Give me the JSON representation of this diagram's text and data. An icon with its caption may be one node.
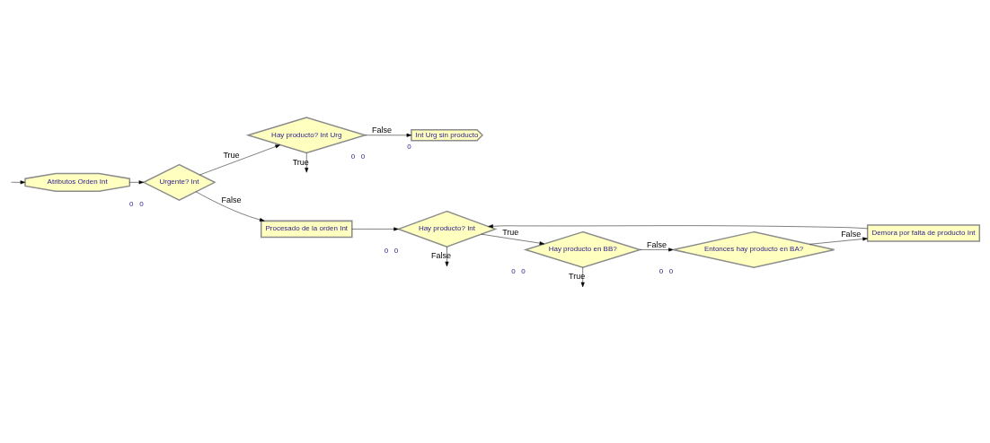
{
  "diagram": {
    "nodes": [
      {
        "text": [
          "Atributos Orden Int"
        ]
      },
      {
        "text": [
          "Urgente? Int"
        ],
        "beside": [
          "0",
          "0"
        ]
      },
      {
        "text": [
          "Hay producto? Int Urg"
        ],
        "beside": [
          "0",
          "0"
        ]
      },
      {
        "text": [
          "Hay producto en BB?"
        ],
        "beside": [
          "0",
          "0"
        ]
      },
      {
        "text": [
          "Int Urg sin producto"
        ],
        "beside": [
          "0"
        ]
      },
      {
        "text": [
          "Procesado de la orden Int"
        ]
      },
      {
        "text": [
          "Demora por falta de producto Int"
        ]
      },
      {
        "text": [
          "Hay producto? Int"
        ],
        "beside": [
          "0",
          "0"
        ]
      },
      {
        "text": [
          "Entonces hay producto en BA?"
        ],
        "beside": [
          "0",
          "0"
        ]
      }
    ],
    "edges": [
      {
        "from": null,
        "to": 0,
        "arrow": "to"
      },
      {
        "from": 0,
        "to": 1,
        "arrow": "to"
      },
      {
        "from": 1,
        "to": 2,
        "arrow": "to",
        "label": "True"
      },
      {
        "from": 1,
        "to": 5,
        "arrow": "to",
        "label": "False"
      },
      {
        "from": 2,
        "to": null,
        "arrow": "to",
        "label": "True"
      },
      {
        "from": 2,
        "to": 4,
        "arrow": "to",
        "label": "False"
      },
      {
        "from": 3,
        "to": null,
        "arrow": "to",
        "label": "True"
      },
      {
        "from": 3,
        "to": 8,
        "arrow": "to",
        "label": "False"
      },
      {
        "from": 5,
        "to": 7,
        "arrow": "to"
      },
      {
        "from": 6,
        "to": 7,
        "arrow": "to"
      },
      {
        "from": 7,
        "to": 3,
        "arrow": "to",
        "label": "True"
      },
      {
        "from": 7,
        "to": null,
        "arrow": "to",
        "label": "False"
      },
      {
        "from": 8,
        "to": 6,
        "arrow": "to",
        "label": "False"
      }
    ]
  }
}
